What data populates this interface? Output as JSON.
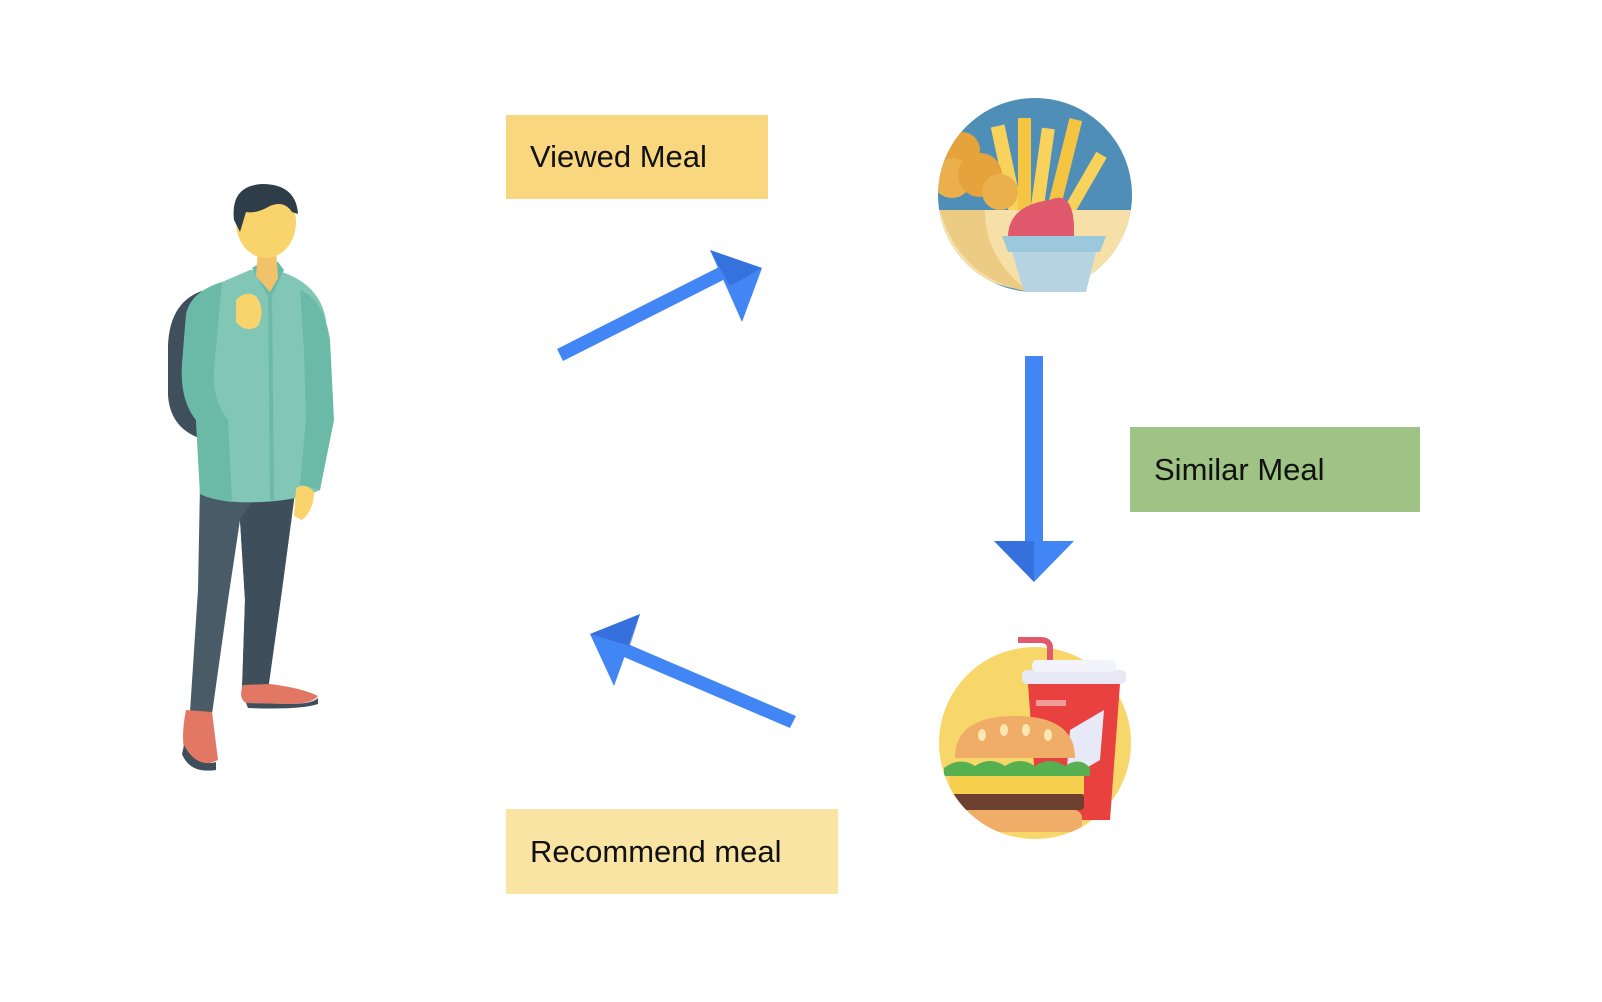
{
  "labels": {
    "viewed": "Viewed Meal",
    "similar": "Similar Meal",
    "recommend": "Recommend meal"
  },
  "icons": {
    "person": "person-with-backpack-icon",
    "viewed_meal": "fries-and-chicken-bowl-icon",
    "similar_meal": "burger-and-soda-icon"
  },
  "colors": {
    "viewed_box": "#f9d77f",
    "similar_box": "#9fc285",
    "recommend_box": "#f9e4a4",
    "arrow": "#4285f4",
    "arrow_head_shade": "#2e62cc"
  }
}
